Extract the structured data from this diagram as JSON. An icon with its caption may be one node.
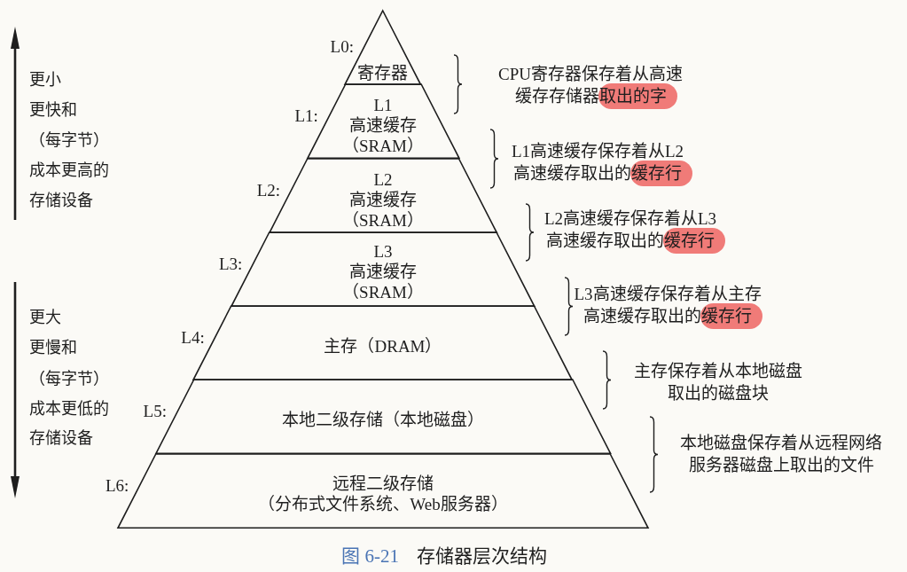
{
  "diagram": {
    "caption": "图 6-21 存储器层次结构",
    "nodes": [
      {
        "text": [
          "寄存器"
        ],
        "beside": [
          "L0:"
        ]
      },
      {
        "text": [
          "L1",
          "高速缓存（SRAM）"
        ],
        "beside": [
          "L1:"
        ]
      },
      {
        "text": [
          "L2",
          "高速缓存（SRAM）"
        ],
        "beside": [
          "L2:"
        ]
      },
      {
        "text": [
          "L3",
          "高速缓存（SRAM）"
        ],
        "beside": [
          "L3:"
        ]
      },
      {
        "text": [
          "主存（DRAM）"
        ],
        "beside": [
          "L4:"
        ]
      },
      {
        "text": [
          "本地二级存储（本地磁盘）"
        ],
        "beside": [
          "L5:"
        ]
      },
      {
        "text": [
          "远程二级存储",
          "（分布式文件系统、Web服务器）"
        ],
        "beside": [
          "L6:"
        ]
      }
    ],
    "labels": [
      "更小",
      "更快和",
      "（每字节）",
      "成本更高的",
      "存储设备",
      "更大",
      "更慢和",
      "（每字节）",
      "成本更低的",
      "存储设备",
      "CPU寄存器保存着从高速缓存存储器取出的字",
      "L1高速缓存保存着从L2高速缓存取出的缓存行",
      "L2高速缓存保存着从L3高速缓存取出的缓存行",
      "L3高速缓存保存着从主存高速缓存取出的缓存行",
      "主存保存着从本地磁盘取出的磁盘块",
      "本地磁盘保存着从远程网络服务器磁盘上取出的文件"
    ]
  }
}
